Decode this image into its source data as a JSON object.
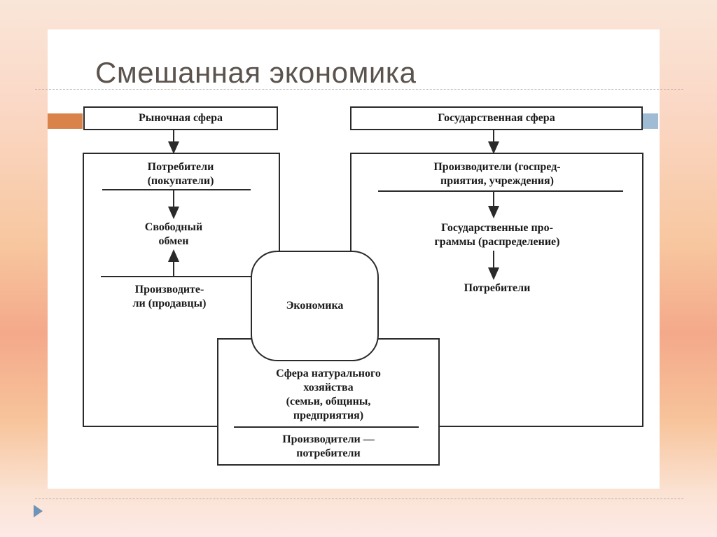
{
  "title": "Смешанная экономика",
  "market": {
    "header": "Рыночная сфера",
    "consumers": "Потребители\n(покупатели)",
    "exchange": "Свободный\nобмен",
    "producers": "Производите-\nли (продавцы)"
  },
  "state": {
    "header": "Государственная сфера",
    "producers": "Производители (госпред-\nприятия, учреждения)",
    "programs": "Государственные про-\nграммы (распределение)",
    "consumers": "Потребители"
  },
  "center": {
    "economy": "Экономика"
  },
  "natural": {
    "sphere": "Сфера натурального\nхозяйства\n(семьи, общины,\nпредприятия)",
    "producers_consumers": "Производители —\nпотребители"
  },
  "colors": {
    "accent_left": "#d9834b",
    "accent_right": "#9fbcd4",
    "title": "#5b534d",
    "nav_icon": "#6f93b4"
  },
  "icons": [
    "play-icon"
  ]
}
